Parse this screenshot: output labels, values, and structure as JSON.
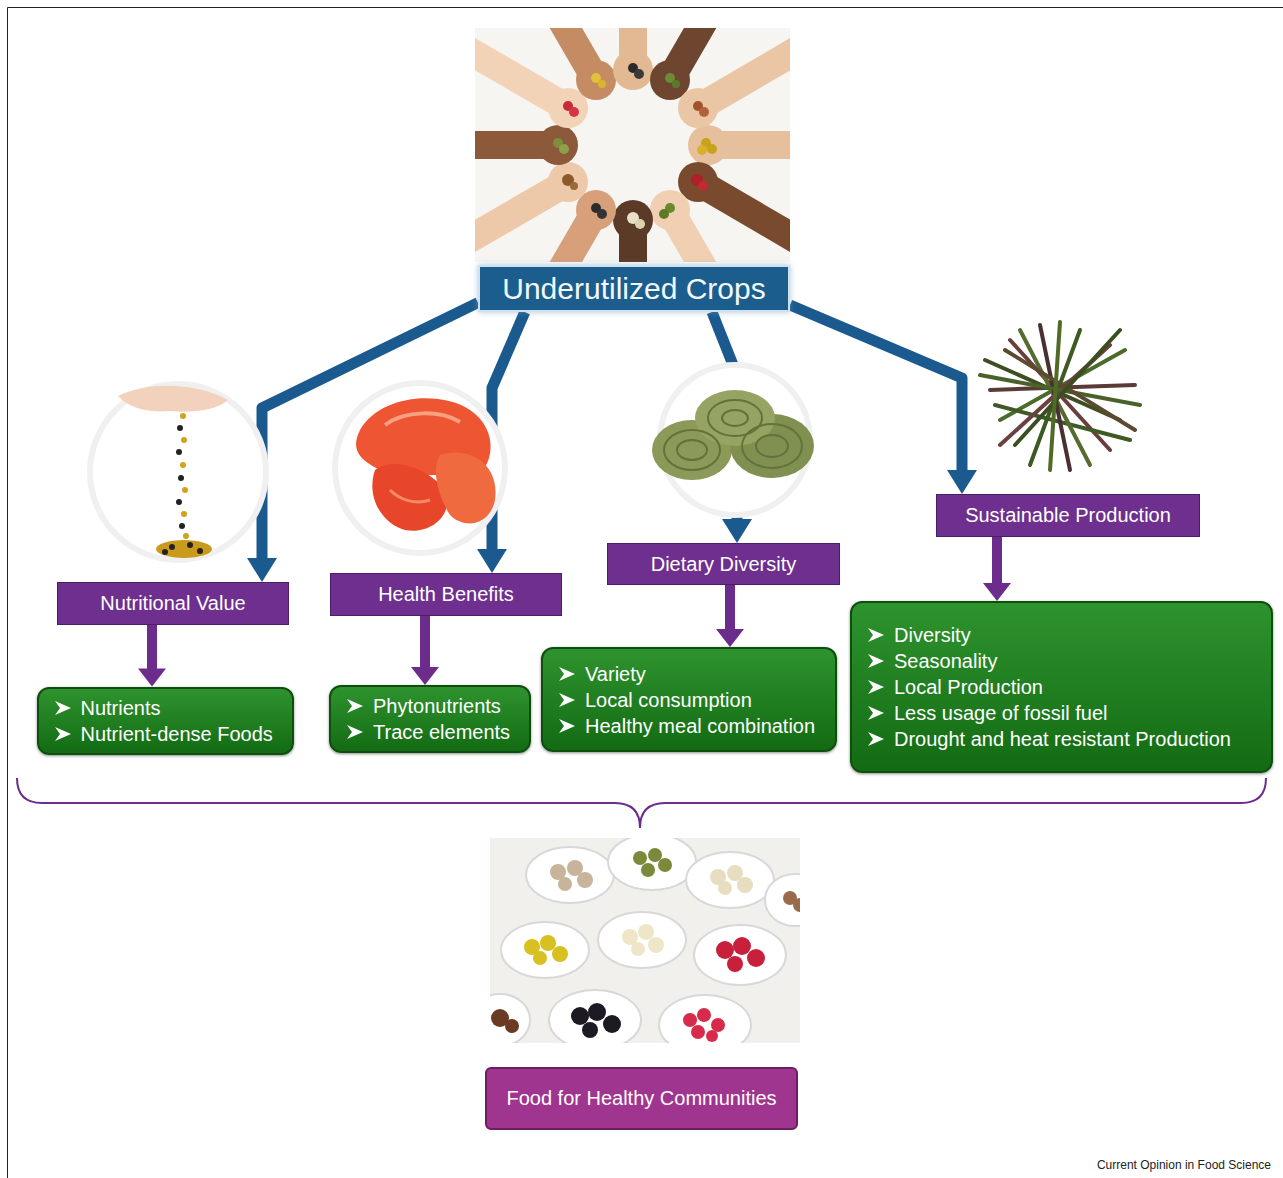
{
  "diagram": {
    "nodes": [
      {
        "text": [
          "Underutilized Crops"
        ]
      },
      {
        "text": [
          "Nutritional Value"
        ]
      },
      {
        "text": [
          "Health Benefits"
        ]
      },
      {
        "text": [
          "Dietary Diversity"
        ]
      },
      {
        "text": [
          "Sustainable Production"
        ]
      },
      {
        "text": [
          "Nutrients",
          "Nutrient-dense Foods"
        ]
      },
      {
        "text": [
          "Phytonutrients",
          "Trace elements"
        ]
      },
      {
        "text": [
          "Variety",
          "Local consumption",
          "Healthy meal combination"
        ]
      },
      {
        "text": [
          "Diversity",
          "Seasonality",
          "Local Production",
          "Less usage of fossil fuel",
          "Drought and heat resistant Production"
        ]
      },
      {
        "text": [
          "Food for Healthy Communities"
        ]
      }
    ],
    "edges": [
      {
        "from": 0,
        "to": 1,
        "arrow": "to"
      },
      {
        "from": 0,
        "to": 2,
        "arrow": "to"
      },
      {
        "from": 0,
        "to": 3,
        "arrow": "to"
      },
      {
        "from": 0,
        "to": 4,
        "arrow": "to"
      },
      {
        "from": 1,
        "to": 5,
        "arrow": "to"
      },
      {
        "from": 2,
        "to": 6,
        "arrow": "to"
      },
      {
        "from": 3,
        "to": 7,
        "arrow": "to"
      },
      {
        "from": 4,
        "to": 8,
        "arrow": "to"
      }
    ],
    "labels": [
      "Current Opinion in Food Science"
    ]
  }
}
